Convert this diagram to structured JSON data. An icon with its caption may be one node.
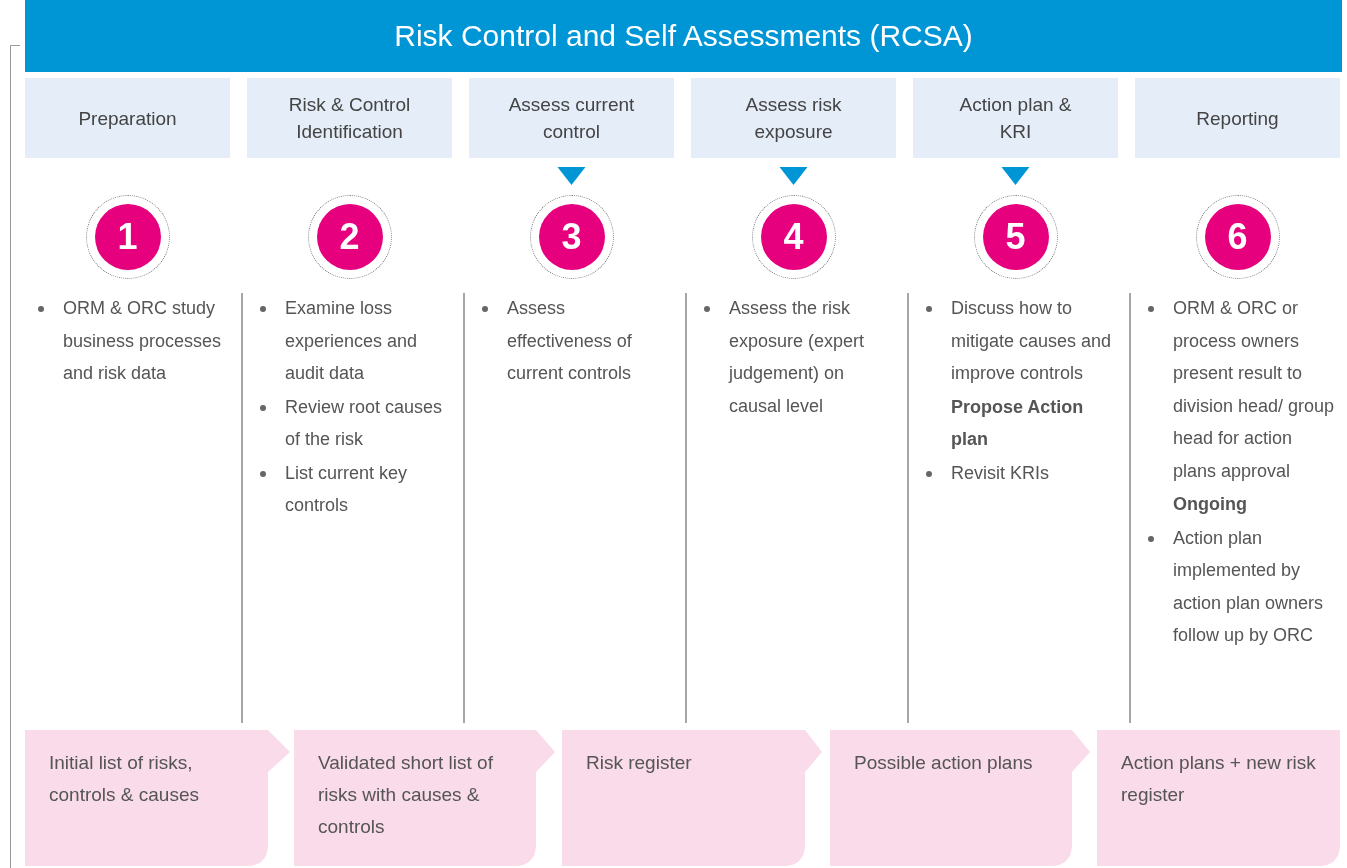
{
  "diagram": {
    "title": "Risk Control and Self Assessments (RCSA)",
    "nodes": [
      {
        "text": [
          "Preparation"
        ]
      },
      {
        "text": [
          "Risk & Control Identification"
        ]
      },
      {
        "text": [
          "Assess current control"
        ]
      },
      {
        "text": [
          "Assess risk exposure"
        ]
      },
      {
        "text": [
          "Action plan & KRI"
        ]
      },
      {
        "text": [
          "Reporting"
        ]
      },
      {
        "text": [
          "1"
        ],
        "beside": [
          "ORM & ORC study business processes and risk data"
        ]
      },
      {
        "text": [
          "2"
        ],
        "beside": [
          "Examine loss experiences and audit data",
          "Review root causes of the risk",
          "List current key controls"
        ]
      },
      {
        "text": [
          "3"
        ],
        "beside": [
          "Assess effectiveness of current controls"
        ]
      },
      {
        "text": [
          "4"
        ],
        "beside": [
          "Assess the risk exposure (expert judgement) on causal level"
        ]
      },
      {
        "text": [
          "5"
        ],
        "beside": [
          "Discuss how to mitigate causes and improve controls",
          "**Propose Action plan**",
          "Revisit KRIs"
        ]
      },
      {
        "text": [
          "6"
        ],
        "beside": [
          "ORM & ORC or process owners present result to division head/ group head for action plans approval",
          "**Ongoing**",
          "Action plan implemented by action plan owners follow up by ORC"
        ]
      },
      {
        "text": [
          "Initial list of risks, controls & causes"
        ]
      },
      {
        "text": [
          "Validated short list of risks with causes & controls"
        ]
      },
      {
        "text": [
          "Risk register"
        ]
      },
      {
        "text": [
          "Possible action plans"
        ]
      },
      {
        "text": [
          "Action plans + new risk register"
        ]
      }
    ],
    "edges": [
      {
        "from": 2,
        "to": 8,
        "arrow": "to"
      },
      {
        "from": 3,
        "to": 9,
        "arrow": "to"
      },
      {
        "from": 4,
        "to": 10,
        "arrow": "to"
      }
    ]
  }
}
